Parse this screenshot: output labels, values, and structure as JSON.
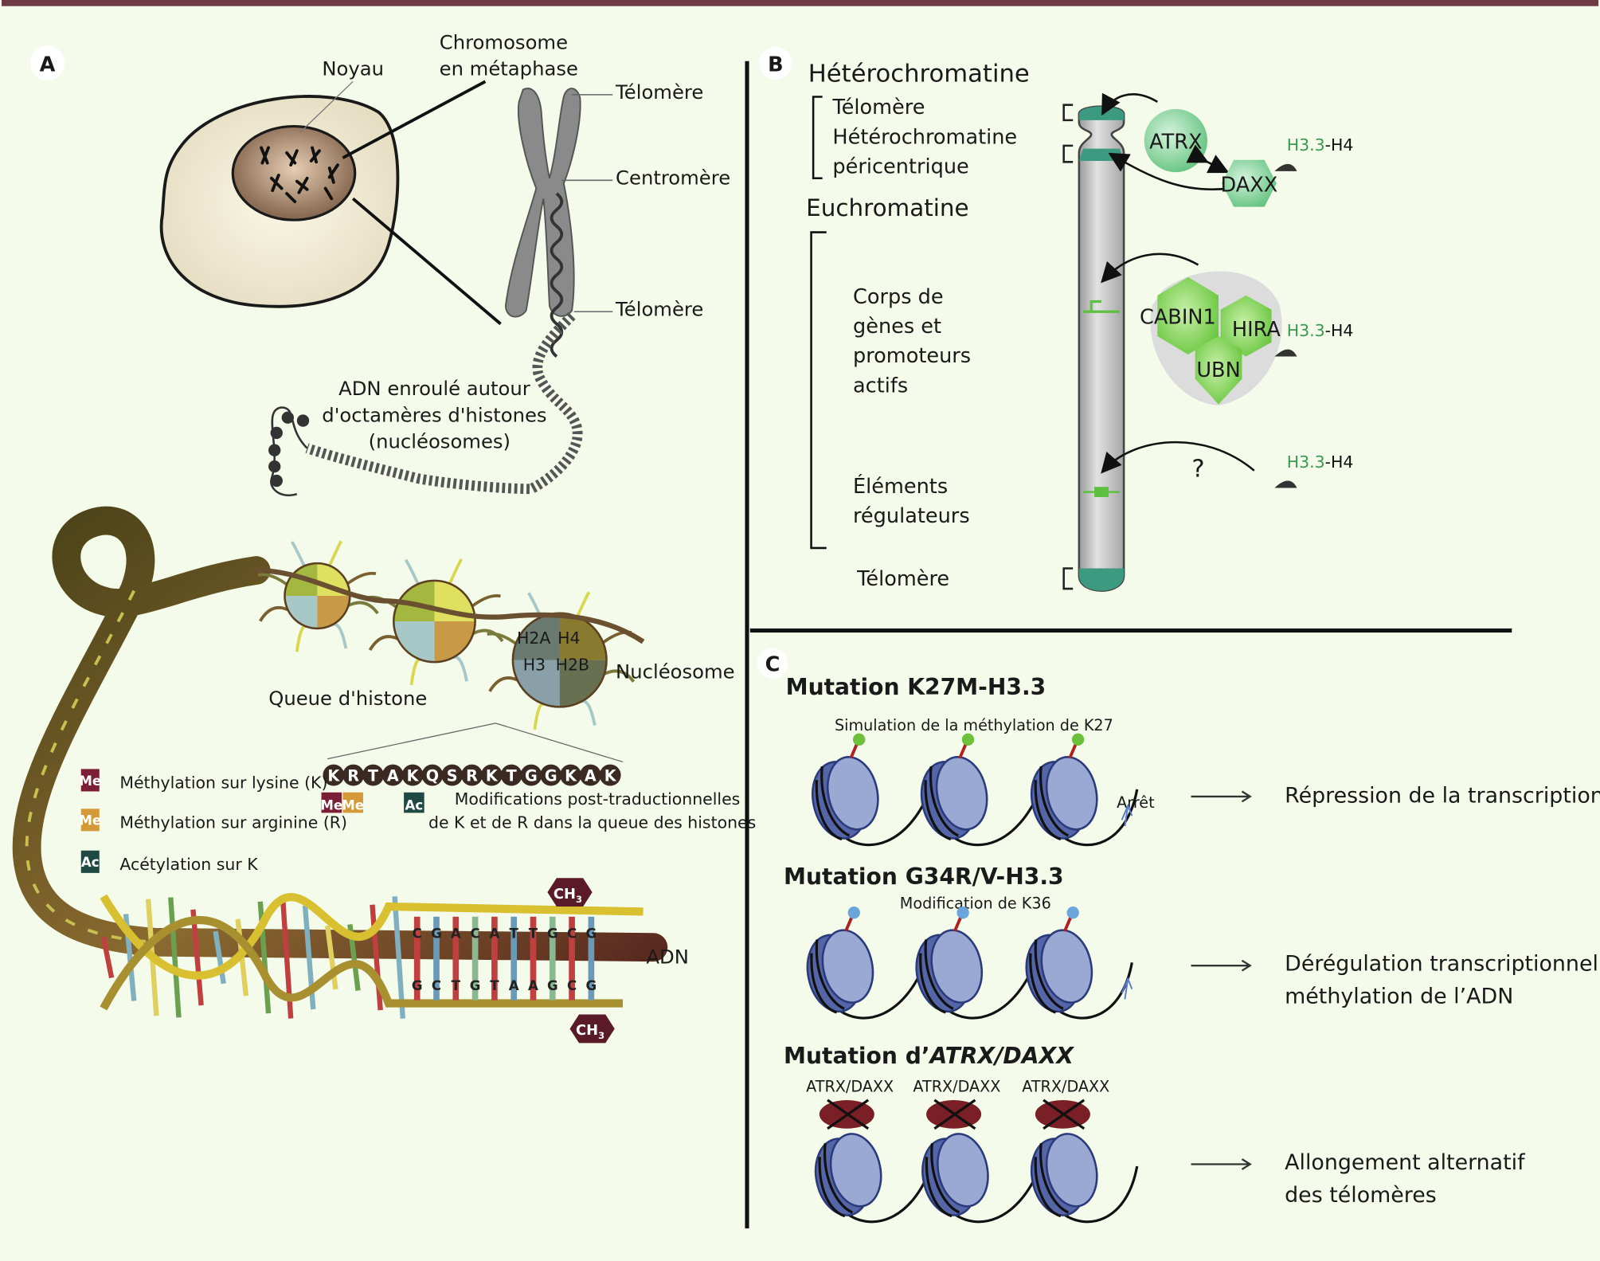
{
  "colors": {
    "background": "#f4fbea",
    "top_bar": "#6e3a43",
    "methyl_lysine": "#7a1f35",
    "methyl_arginine": "#d49a3a",
    "acetyl": "#1f4a44",
    "h33_green": "#3a9a50",
    "nucleosome_blue": "#5566a8"
  },
  "panel_a": {
    "label": "A",
    "noyau": "Noyau",
    "chromosome_line1": "Chromosome",
    "chromosome_line2": "en métaphase",
    "telomere_top": "Télomère",
    "centromere": "Centromère",
    "telomere_bottom": "Télomère",
    "dna_line1": "ADN enroulé autour",
    "dna_line2": "d'octamères d'histones",
    "dna_line3": "(nucléosomes)",
    "histone_tail": "Queue d'histone",
    "nucleosome": "Nucléosome",
    "histones": {
      "h2a": "H2A",
      "h4": "H4",
      "h3": "H3",
      "h2b": "H2B"
    },
    "legend": [
      {
        "badge": "Me",
        "label": "Méthylation sur lysine (K)",
        "icon": "methylation-lysine-badge"
      },
      {
        "badge": "Me",
        "label": "Méthylation sur arginine (R)",
        "icon": "methylation-arginine-badge"
      },
      {
        "badge": "Ac",
        "label": "Acétylation sur K",
        "icon": "acetylation-badge"
      }
    ],
    "tail_sequence": [
      "K",
      "R",
      "T",
      "A",
      "K",
      "Q",
      "S",
      "R",
      "K",
      "T",
      "G",
      "G",
      "K",
      "A",
      "K"
    ],
    "tail_marks": [
      "Me",
      "Me",
      "Ac"
    ],
    "modifications_line1": "Modifications post-traductionnelles",
    "modifications_line2": "de K et de R dans la queue des histones",
    "dna_top_bases": [
      "C",
      "G",
      "A",
      "C",
      "A",
      "T",
      "T",
      "G",
      "C",
      "G"
    ],
    "dna_bottom_bases": [
      "G",
      "C",
      "T",
      "G",
      "T",
      "A",
      "A",
      "G",
      "C",
      "G"
    ],
    "ch3": "CH",
    "ch3_sub": "3",
    "adn": "ADN"
  },
  "panel_b": {
    "label": "B",
    "heterochromatin": "Hétérochromatine",
    "telomere": "Télomère",
    "hetero_peri_line1": "Hétérochromatine",
    "hetero_peri_line2": "péricentrique",
    "euchromatin": "Euchromatine",
    "gene_body": [
      "Corps de",
      "gènes et",
      "promoteurs",
      "actifs"
    ],
    "regulatory": [
      "Éléments",
      "régulateurs"
    ],
    "telomere_bottom": "Télomère",
    "chaperones": {
      "atrx": "ATRX",
      "daxx": "DAXX",
      "cabin1": "CABIN1",
      "hira": "HIRA",
      "ubn": "UBN",
      "unknown": "?"
    },
    "h33": "H3.3",
    "h4": "-H4"
  },
  "panel_c": {
    "label": "C",
    "mutations": [
      {
        "title": "Mutation K27M-H3.3",
        "subtitle": "Simulation de la méthylation de K27",
        "mark_color": "#6cc03a",
        "stop_label": "Arrêt",
        "outcome": [
          "Répression de la transcription"
        ]
      },
      {
        "title": "Mutation G34R/V-H3.3",
        "subtitle": "Modification de K36",
        "mark_color": "#6aa6dc",
        "outcome": [
          "Dérégulation transcriptionnelle,",
          "méthylation de l’ADN"
        ]
      },
      {
        "title_prefix": "Mutation d’",
        "title_italic": "ATRX/DAXX",
        "complex_label": "ATRX/DAXX",
        "outcome": [
          "Allongement alternatif",
          "des télomères"
        ]
      }
    ]
  }
}
